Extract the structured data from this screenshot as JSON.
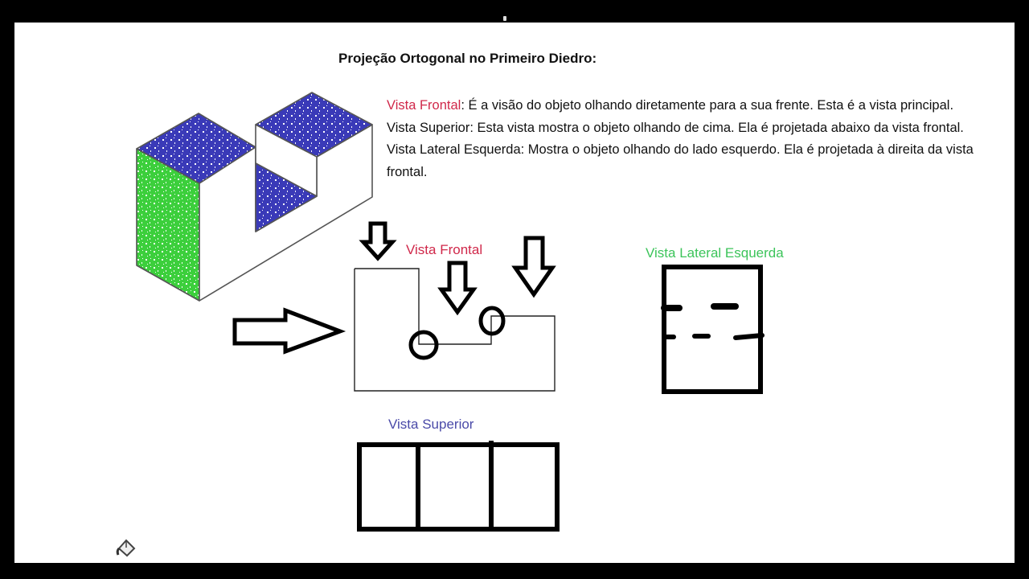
{
  "page": {
    "title": "Projeção Ortogonal no Primeiro Diedro:"
  },
  "descriptions": [
    {
      "label": "Vista Frontal",
      "label_color": "#d0284a",
      "text": ": É a visão do objeto olhando diretamente para a sua frente. Esta é a vista principal."
    },
    {
      "label": "Vista Superior",
      "label_color": "#111111",
      "text": ": Esta vista mostra o objeto olhando de cima. Ela é projetada abaixo da vista frontal."
    },
    {
      "label": "Vista Lateral Esquerda",
      "label_color": "#111111",
      "text": ": Mostra o objeto olhando do lado esquerdo. Ela é projetada à direita da vista frontal."
    }
  ],
  "views": {
    "frontal": {
      "label": "Vista Frontal",
      "color": "#d0284a"
    },
    "lateral_esquerda": {
      "label": "Vista Lateral Esquerda",
      "color": "#3cc45a"
    },
    "superior": {
      "label": "Vista Superior",
      "color": "#4a4aa8"
    }
  },
  "isometric_object": {
    "top_face_color": "#3a3ab8",
    "side_face_color": "#3ccf3c"
  },
  "tools": {
    "paint_bucket_icon": "paint-bucket-icon"
  }
}
